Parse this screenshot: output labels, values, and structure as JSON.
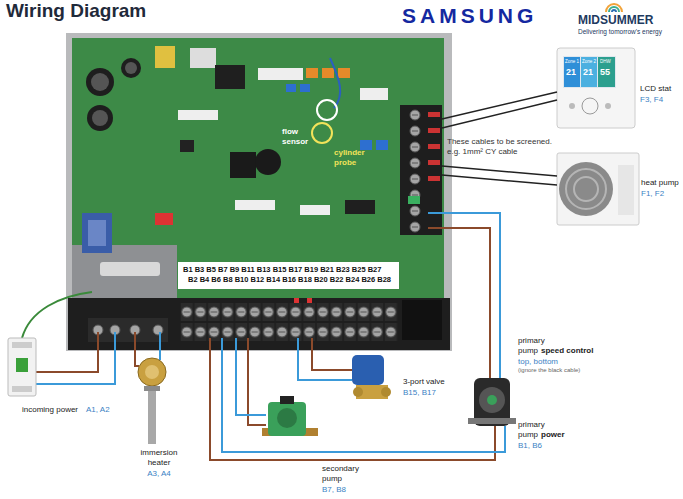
{
  "diagram": {
    "title": "Wiring Diagram",
    "nodes": [
      {
        "text": [
          "B1 B3 B5 B7 B9 B11 B13 B15 B17 B19 B21 B23 B25 B27",
          "B2 B4 B6 B8 B10 B12 B14 B16 B18 B20 B22 B24 B26 B28"
        ]
      }
    ],
    "labels": [
      "SAMSUNG",
      "MIDSUMMER",
      "Delivering tomorrow's energy",
      "Zone 1",
      "21",
      "Zone 2",
      "21",
      "DHW",
      "55",
      "LCD stat",
      "F3, F4",
      "These cables to be screened. e.g. 1mm² CY cable",
      "heat pump",
      "F1, F2",
      "flow sensor",
      "cylinder probe",
      "incoming power",
      "A1, A2",
      "immersion heater",
      "A3, A4",
      "3-port valve",
      "B15, B17",
      "secondary pump",
      "B7, B8",
      "primary pump",
      "speed control",
      "top, bottom",
      "(ignore the black cable)",
      "primary pump",
      "power",
      "B1, B6"
    ]
  }
}
